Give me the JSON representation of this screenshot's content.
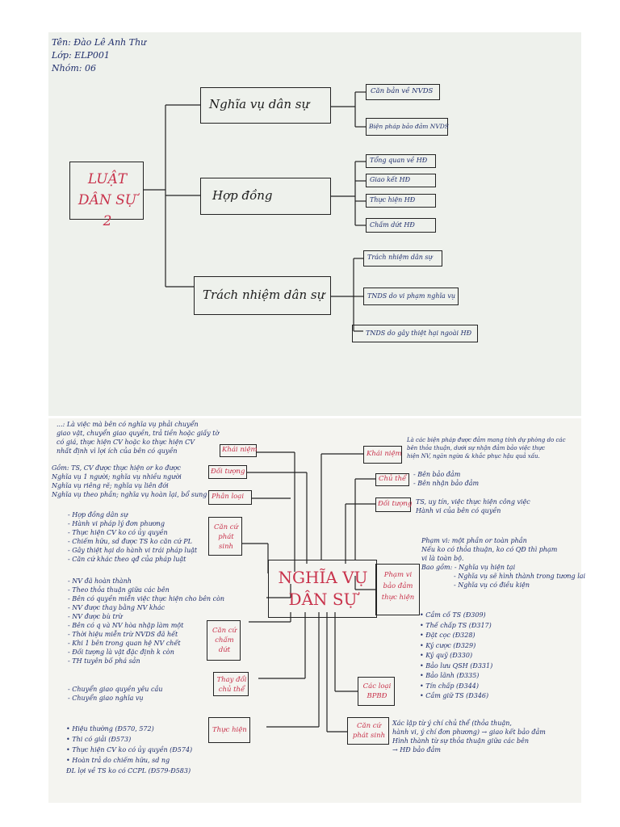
{
  "sheet1": {
    "header": [
      "Tên: Đào Lê Anh Thư",
      "Lớp: ELP001",
      "Nhóm: 06"
    ],
    "root": "LUẬT DÂN SỰ 2",
    "branches": [
      {
        "label": "Nghĩa vụ dân sự",
        "children": [
          "Căn bản về NVDS",
          "Biện pháp bảo đảm NVDS"
        ]
      },
      {
        "label": "Hợp đồng",
        "children": [
          "Tổng quan về HĐ",
          "Giao kết HĐ",
          "Thực hiện HĐ",
          "Chấm dứt HĐ"
        ]
      },
      {
        "label": "Trách nhiệm dân sự",
        "children": [
          "Trách nhiệm dân sự",
          "TNDS do vi phạm nghĩa vụ",
          "TNDS do gây thiệt hại ngoài HĐ"
        ]
      }
    ]
  },
  "sheet2": {
    "center": "NGHĨA VỤ DÂN SỰ",
    "left_nodes": [
      "Khái niệm",
      "Đối tượng",
      "Phân loại",
      "Căn cứ phát sinh",
      "Căn cứ chấm dứt",
      "Thay đổi chủ thể",
      "Thực hiện"
    ],
    "right_nodes": [
      "Khái niệm",
      "Chủ thể",
      "Đối tượng",
      "Phạm vi bảo đảm thực hiện",
      "Các loại BPBĐ",
      "Căn cứ phát sinh"
    ],
    "notes_left": {
      "khai_niem": [
        "...: Là việc mà bên có nghĩa vụ phải chuyển",
        "giao vật, chuyển giao quyền, trả tiền hoặc giấy tờ",
        "có giá, thực hiện CV hoặc ko thực hiện CV",
        "nhất định vì lợi ích của bên có quyền"
      ],
      "doi_tuong": [
        "Gồm: TS, CV được thực hiện or ko được",
        "Nghĩa vụ 1 người; nghĩa vụ nhiều người",
        "Nghĩa vụ riêng rẽ; nghĩa vụ liên đới",
        "Nghĩa vụ theo phần; nghĩa vụ hoàn lại, bổ sung"
      ],
      "can_cu_phat_sinh": [
        "- Hợp đồng dân sự",
        "- Hành vi pháp lý đơn phương",
        "- Thực hiện CV ko có ủy quyền",
        "- Chiếm hữu, sd được TS ko căn cứ PL",
        "- Gây thiệt hại do hành vi trái pháp luật",
        "- Căn cứ khác theo qđ của pháp luật"
      ],
      "can_cu_cham_dut": [
        "- NV đã hoàn thành",
        "- Theo thỏa thuận giữa các bên",
        "- Bên có quyền miễn việc thực hiện cho bên còn",
        "- NV được thay bằng NV khác",
        "- NV được bù trừ",
        "- Bên có q và NV hòa nhập làm một",
        "- Thời hiệu miễn trừ NVDS đã hết",
        "- Khi 1 bên trong quan hệ NV chết",
        "- Đối tượng là vật đặc định k còn",
        "- TH tuyên bố phá sản"
      ],
      "thay_doi_chu_the": [
        "- Chuyển giao quyền yêu cầu",
        "- Chuyển giao nghĩa vụ"
      ],
      "thuc_hien": [
        "• Hiệu thường (Đ570, 572)",
        "• Thi có giải (Đ573)",
        "• Thực hiện CV ko có ủy quyền (Đ574)",
        "• Hoàn trả do chiếm hữu, sd ng",
        "ĐL lợi về TS ko có CCPL (Đ579-Đ583)"
      ]
    },
    "notes_right": {
      "khai_niem": [
        "Là các biện pháp được đảm mang tính dự phòng do các",
        "bên thỏa thuận, dưới sự nhận đảm bảo việc thực",
        "hiện NV, ngăn ngừa & khắc phục hậu quả xấu."
      ],
      "chu_the": [
        "- Bên bảo đảm",
        "- Bên nhận bảo đảm"
      ],
      "doi_tuong": [
        "TS, uy tín, việc thực hiện công việc",
        "Hành vi của bên có quyền"
      ],
      "pham_vi": [
        "Phạm vi: một phần or toàn phần",
        "Nếu ko có thỏa thuận, ko có QĐ thì phạm",
        "vi là toàn bộ.",
        "Bao gồm: - Nghĩa vụ hiện tại",
        "- Nghĩa vụ sẽ hình thành trong tương lai",
        "- Nghĩa vụ có điều kiện"
      ],
      "cac_loai": [
        "• Cầm cố TS (Đ309)",
        "• Thế chấp TS (Đ317)",
        "• Đặt cọc (Đ328)",
        "• Ký cược (Đ329)",
        "• Ký quỹ (Đ330)",
        "• Bảo lưu QSH (Đ331)",
        "• Bảo lãnh (Đ335)",
        "• Tín chấp (Đ344)",
        "• Cầm giữ TS (Đ346)"
      ],
      "can_cu": [
        "Xác lập từ ý chí chủ thể (thỏa thuận,",
        "hành vi, ý chí đơn phương) → giao kết bảo đảm",
        "Hình thành từ sự thỏa thuận giữa các bên",
        "→ HĐ bảo đảm"
      ]
    }
  }
}
